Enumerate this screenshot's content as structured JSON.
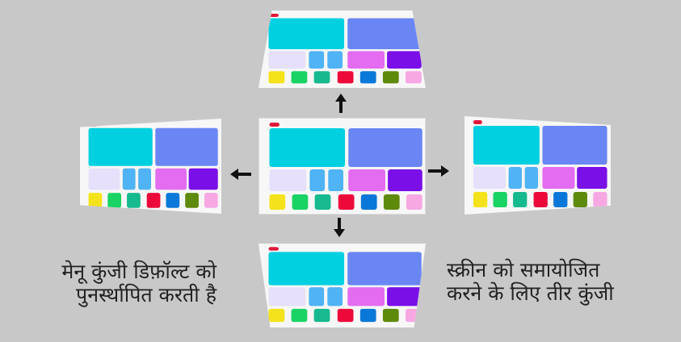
{
  "caption_left": {
    "line1": "मेनू कुंजी डिफ़ॉल्ट को",
    "line2": "पुनर्स्थापित करती है"
  },
  "caption_right": {
    "line1": "स्क्रीन को समायोजित",
    "line2": "करने के लिए तीर कुंजी"
  },
  "colors": {
    "background": "#c8c8c8",
    "screen": "#f7f7f7",
    "indicator": "#e0173a",
    "tile_cyan": "#00d0e0",
    "tile_blue": "#6a86f5",
    "tile_lavender": "#e6e0fb",
    "tile_sky": "#4fb3f5",
    "tile_pink": "#e36cf0",
    "tile_violet": "#7a0fe8",
    "key_yellow": "#f4e21a",
    "key_green": "#19d364",
    "key_teal": "#17b98e",
    "key_red": "#ed0a3a",
    "key_blue": "#0a78d8",
    "key_olive": "#5e8a0b",
    "key_pink": "#f7a8e3"
  }
}
